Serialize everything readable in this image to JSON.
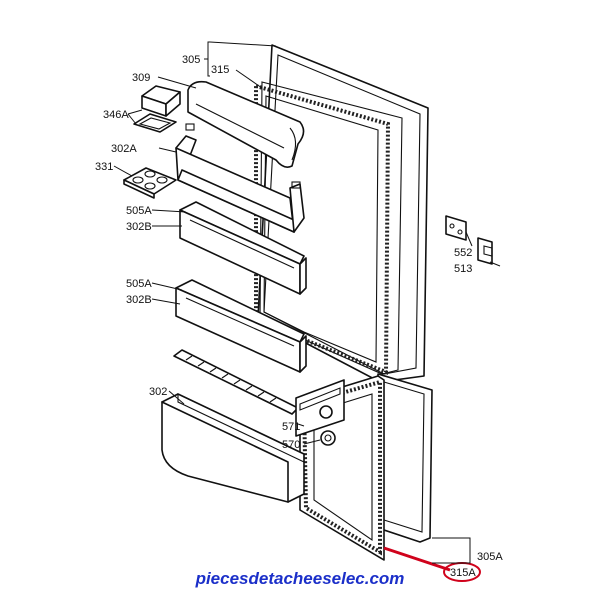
{
  "labels": {
    "l305": "305",
    "l315": "315",
    "l309": "309",
    "l346a": "346A",
    "l302a": "302A",
    "l331": "331",
    "l505a_1": "505A",
    "l302b_1": "302B",
    "l505a_2": "505A",
    "l302b_2": "302B",
    "l552": "552",
    "l513": "513",
    "l302": "302",
    "l571": "571",
    "l570": "570",
    "l305a": "305A",
    "l315a": "315A"
  },
  "watermark": "piecesdetacheeselec.com",
  "colors": {
    "highlight": "#d0021b",
    "watermark": "#1b2fc9",
    "line": "#111111"
  }
}
